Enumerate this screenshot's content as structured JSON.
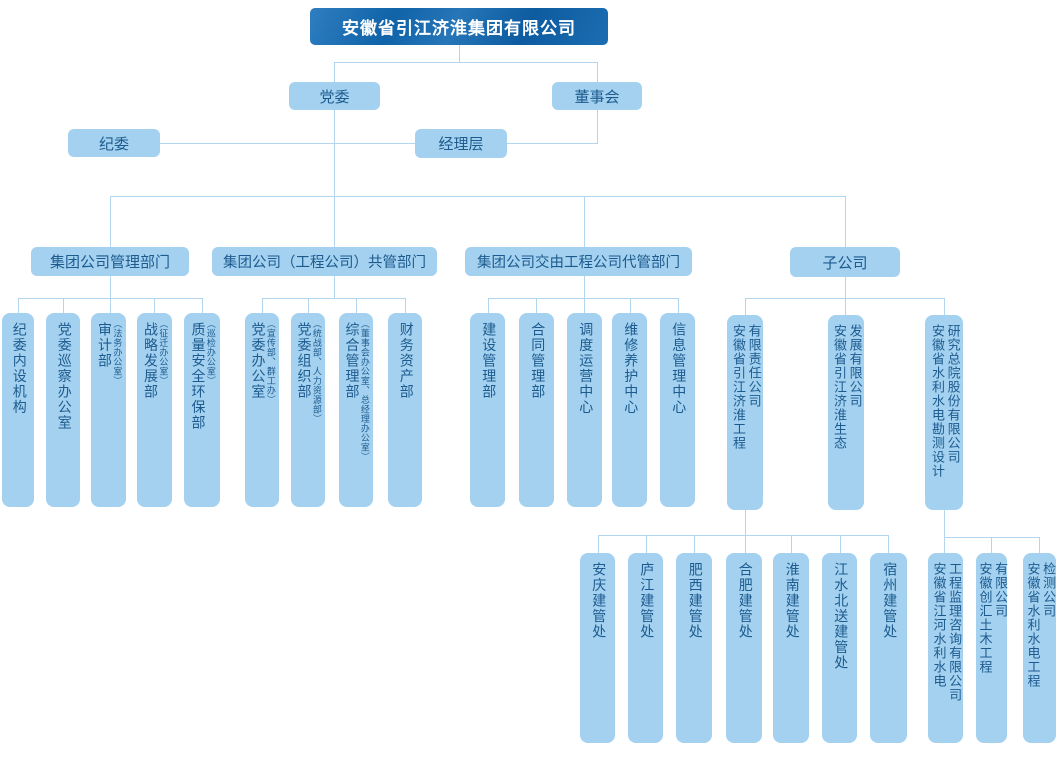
{
  "org": {
    "root": "安徽省引江济淮集团有限公司",
    "party_committee": "党委",
    "board": "董事会",
    "discipline_committee": "纪委",
    "management_layer": "经理层",
    "groups": [
      {
        "label": "集团公司管理部门",
        "children": [
          {
            "name": "纪委内设机构"
          },
          {
            "name": "党委巡察办公室"
          },
          {
            "name": "审计部",
            "sub": "（法务办公室）"
          },
          {
            "name": "战略发展部",
            "sub": "（征迁办公室）"
          },
          {
            "name": "质量安全环保部",
            "sub": "（巡检办公室）"
          }
        ]
      },
      {
        "label": "集团公司（工程公司）共管部门",
        "children": [
          {
            "name": "党委办公室",
            "sub": "（宣传部、群工办）"
          },
          {
            "name": "党委组织部",
            "sub": "（统战部、人力资源部）"
          },
          {
            "name": "综合管理部",
            "sub": "（董事会办公室、总经理办公室）"
          },
          {
            "name": "财务资产部"
          }
        ]
      },
      {
        "label": "集团公司交由工程公司代管部门",
        "children": [
          {
            "name": "建设管理部"
          },
          {
            "name": "合同管理部"
          },
          {
            "name": "调度运营中心"
          },
          {
            "name": "维修养护中心"
          },
          {
            "name": "信息管理中心"
          }
        ]
      },
      {
        "label": "子公司",
        "children": [
          {
            "name": "安徽省引江济淮工程\n有限责任公司"
          },
          {
            "name": "安徽省引江济淮生态\n发展有限公司"
          },
          {
            "name": "安徽省水利水电勘测设计\n研究总院股份有限公司"
          }
        ]
      }
    ],
    "engineering_branches": [
      "安庆建管处",
      "庐江建管处",
      "肥西建管处",
      "合肥建管处",
      "淮南建管处",
      "江水北送建管处",
      "宿州建管处"
    ],
    "design_institute_subsidiaries": [
      "安徽省江河水利水电\n工程监理咨询有限公司",
      "安徽创汇土木工程\n有限公司",
      "安徽省水利水电工程\n检测公司"
    ],
    "colors": {
      "root_box": "#1168ad",
      "node_fill": "#a3d1ef",
      "node_text": "#1d5b8f",
      "line": "#b3d6ef"
    }
  }
}
